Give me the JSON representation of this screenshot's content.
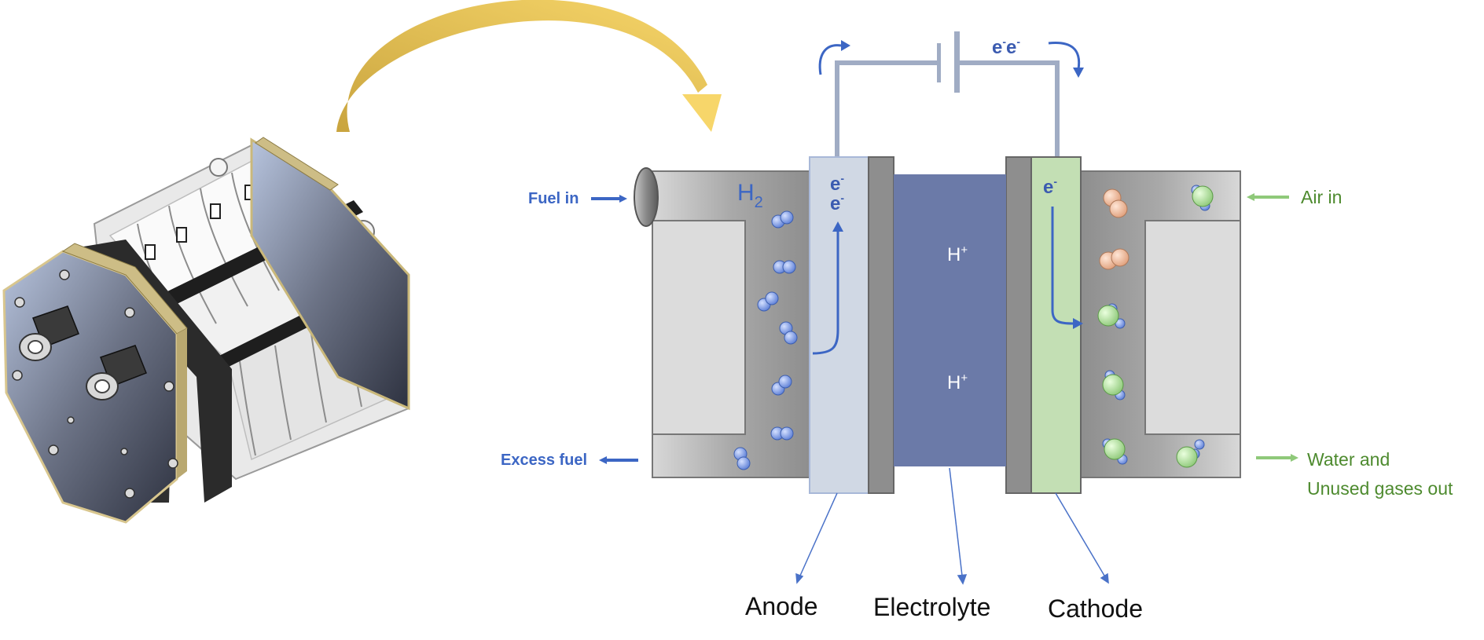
{
  "labels": {
    "fuel_in": "Fuel in",
    "excess_fuel": "Excess fuel",
    "air_in": "Air in",
    "water_out_line1": "Water and",
    "water_out_line2": "Unused gases out",
    "h2": "H",
    "h2_sub": "2",
    "anode_electron": "e",
    "cathode_electron": "e",
    "circuit_electron": "e",
    "electron_sup": "-",
    "proton": "H",
    "proton_sup": "+",
    "anode": "Anode",
    "electrolyte": "Electrolyte",
    "cathode": "Cathode"
  },
  "colors": {
    "flow_blue": "#3c66c4",
    "label_green": "#4d8a2e",
    "arrow_green": "#8fc97a",
    "gold_arrow": "#e8c04e",
    "electrolyte": "#6b7aa8",
    "anode_layer": "#d0d8e4",
    "cathode_layer": "#c3dfb4",
    "circuit_wire": "#a0acc4",
    "hydrogen_molecule": "#7a9ae0",
    "oxygen_molecule": "#f2c1a4",
    "water_molecule": "#b5dfa8"
  },
  "icons": {
    "fuel_cell_stack": "fuel-cell-stack-icon",
    "transition_arrow": "curved-arrow-icon",
    "battery": "battery-symbol-icon"
  }
}
